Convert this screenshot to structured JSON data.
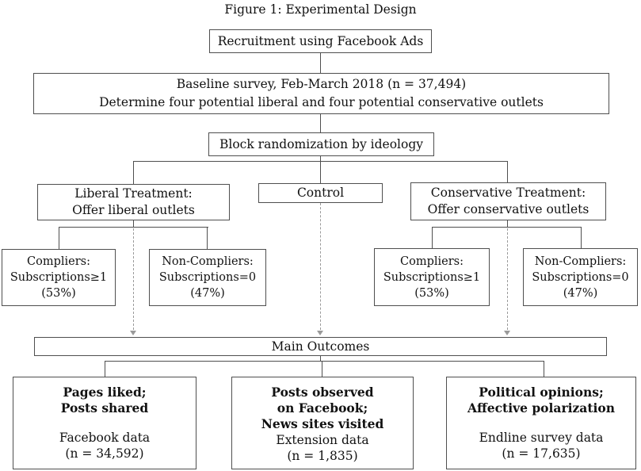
{
  "title": "Figure 1: Experimental Design",
  "colors": {
    "box_border": "#4f4f4f",
    "connector": "#4f4f4f",
    "dashed": "#9a9a9a",
    "text": "#111111",
    "background": "#ffffff"
  },
  "nodes": {
    "recruitment": {
      "lines": [
        "Recruitment using Facebook Ads"
      ]
    },
    "baseline": {
      "lines": [
        "Baseline survey, Feb-March 2018 (n = 37,494)",
        "Determine four potential liberal and four potential conservative outlets"
      ]
    },
    "randomization": {
      "lines": [
        "Block randomization by ideology"
      ]
    },
    "liberal_treatment": {
      "lines": [
        "Liberal Treatment:",
        "Offer liberal outlets"
      ]
    },
    "control": {
      "lines": [
        "Control"
      ]
    },
    "conservative_treatment": {
      "lines": [
        "Conservative Treatment:",
        "Offer conservative outlets"
      ]
    },
    "liberal_compliers": {
      "lines": [
        "Compliers:",
        "Subscriptions≥1",
        "(53%)"
      ]
    },
    "liberal_non_compliers": {
      "lines": [
        "Non-Compliers:",
        "Subscriptions=0",
        "(47%)"
      ]
    },
    "conservative_compliers": {
      "lines": [
        "Compliers:",
        "Subscriptions≥1",
        "(53%)"
      ]
    },
    "conservative_non_compliers": {
      "lines": [
        "Non-Compliers:",
        "Subscriptions=0",
        "(47%)"
      ]
    },
    "main_outcomes": {
      "lines": [
        "Main Outcomes"
      ]
    },
    "outcome_facebook": {
      "bold_lines": [
        "Pages liked;",
        "Posts shared"
      ],
      "data_lines": [
        "Facebook data",
        "(n = 34,592)"
      ]
    },
    "outcome_extension": {
      "bold_lines": [
        "Posts observed",
        "on Facebook;",
        "News sites visited"
      ],
      "data_lines": [
        "Extension data",
        "(n = 1,835)"
      ]
    },
    "outcome_endline": {
      "bold_lines": [
        "Political opinions;",
        "Affective polarization"
      ],
      "data_lines": [
        "Endline survey data",
        "(n = 17,635)"
      ]
    }
  }
}
